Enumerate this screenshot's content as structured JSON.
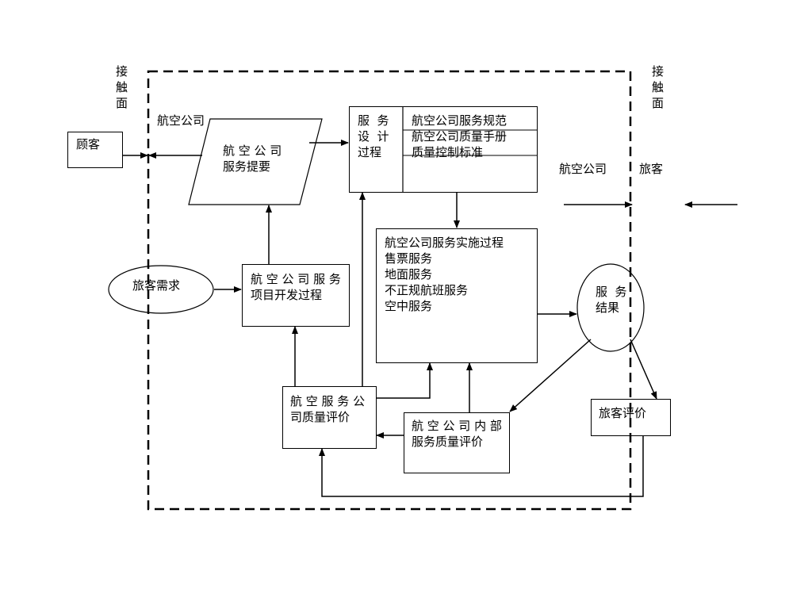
{
  "boundary": {
    "left_label": "接\n触\n面",
    "right_label": "接\n触\n面",
    "airline_label": "航空公司"
  },
  "customer": {
    "label": "顾客"
  },
  "service_proposal": {
    "label": "航 空 公 司\n服务提要"
  },
  "service_design": {
    "title": "服  务\n设  计\n过程",
    "item_1": "航空公司服务规范",
    "item_2": "航空公司质量手册",
    "item_3": "质量控制标准"
  },
  "right_side": {
    "airline": "航空公司",
    "passenger": "旅客"
  },
  "passenger_demand": {
    "label": "旅客需求"
  },
  "project_dev": {
    "label": "航 空 公 司 服 务\n项目开发过程"
  },
  "implementation": {
    "label": "航空公司服务实施过程\n售票服务\n地面服务\n不正规航班服务\n空中服务"
  },
  "service_result": {
    "label": "服  务\n结果"
  },
  "quality_eval": {
    "label": "航 空 服 务 公\n司质量评价"
  },
  "internal_eval": {
    "label": "航 空 公 司 内 部\n服务质量评价"
  },
  "passenger_eval": {
    "label": "旅客评价"
  }
}
